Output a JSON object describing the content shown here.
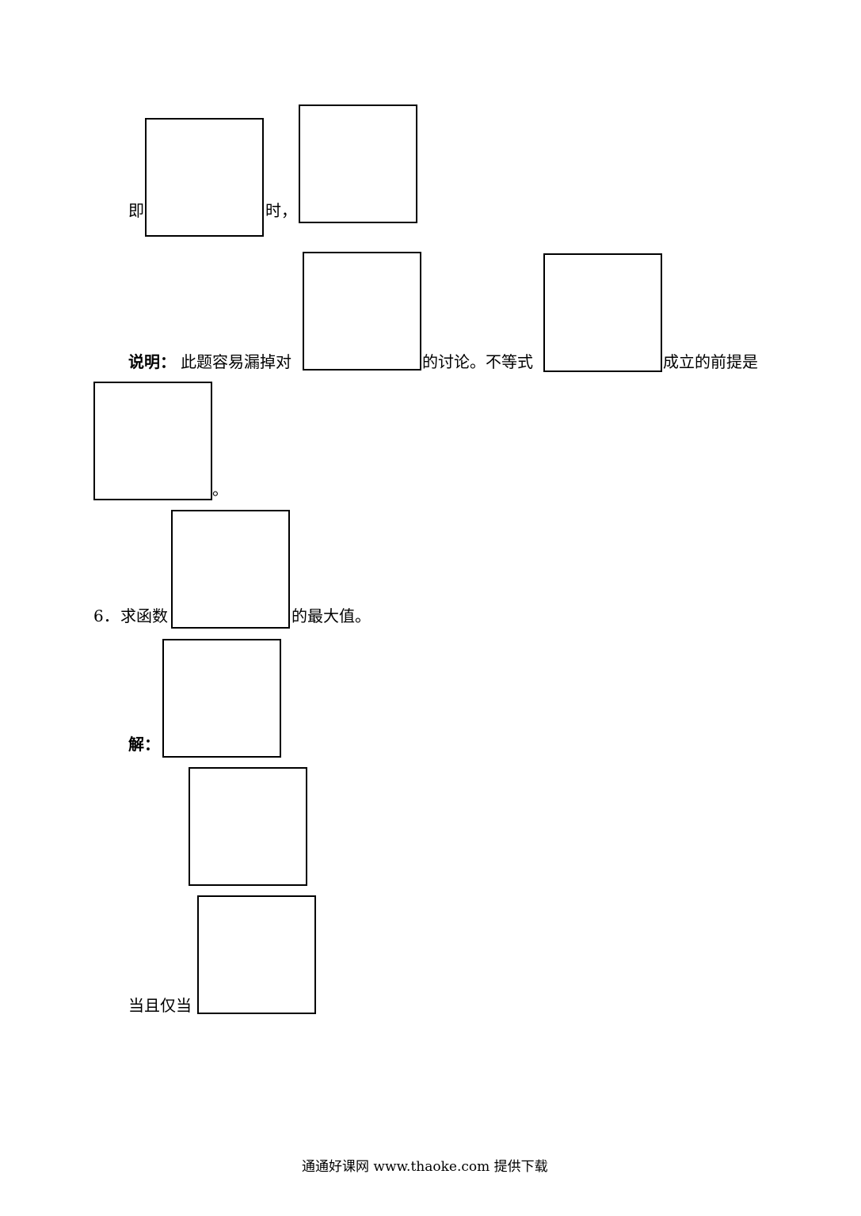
{
  "lines": {
    "line1": {
      "prefix": "即",
      "middle": "时，"
    },
    "line2": {
      "label": "说明：",
      "text_a": "此题容易漏掉对",
      "text_b": "的讨论。不等式",
      "text_c": "成立的前提是",
      "end": "。"
    },
    "problem6": {
      "number": "6．",
      "text_a": "求函数",
      "text_b": "的最大值。"
    },
    "solution": {
      "label": "解："
    },
    "last": {
      "text": "当且仅当"
    }
  },
  "footer": {
    "text": "通通好课网  www.thaoke.com  提供下载"
  }
}
